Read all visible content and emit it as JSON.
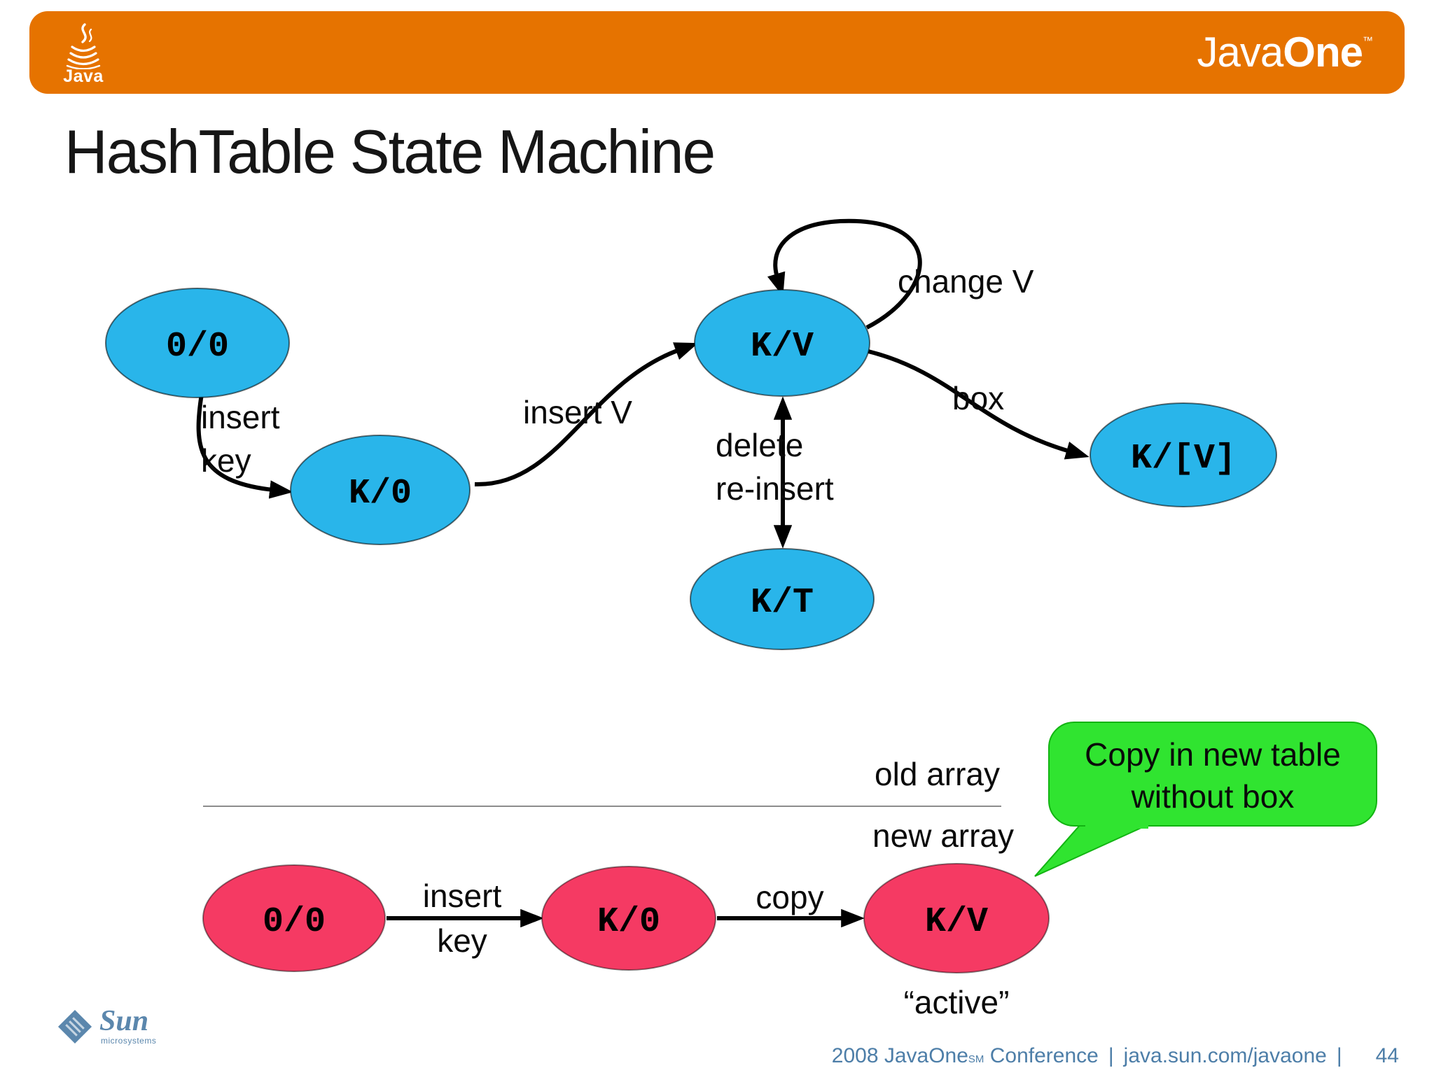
{
  "slide": {
    "title": "HashTable State Machine"
  },
  "header": {
    "java_logo_text": "Java",
    "javaone_java": "Java",
    "javaone_one": "One",
    "javaone_tm": "™"
  },
  "state_machine": {
    "states": {
      "empty": "0/0",
      "key_no_value": "K/0",
      "key_value": "K/V",
      "key_boxed_value": "K/[V]",
      "key_tombstone": "K/T"
    },
    "edges": {
      "insert_key_line1": "insert",
      "insert_key_line2": "key",
      "insert_v": "insert V",
      "change_v": "change V",
      "delete_line1": "delete",
      "delete_line2": "re-insert",
      "box": "box"
    }
  },
  "resize_diagram": {
    "old_array_label": "old array",
    "new_array_label": "new array",
    "states": {
      "empty": "0/0",
      "key_no_value": "K/0",
      "key_value": "K/V"
    },
    "edges": {
      "insert_key_line1": "insert",
      "insert_key_line2": "key",
      "copy": "copy"
    },
    "active_label": "“active”",
    "callout_line1": "Copy in new table",
    "callout_line2": "without box"
  },
  "footer": {
    "sun_logo_name": "Sun",
    "sun_logo_sub": "microsystems",
    "conference_prefix": "2008 JavaOne",
    "conference_sm": "SM",
    "conference_suffix": " Conference",
    "separator": "|",
    "url": "java.sun.com/javaone",
    "page": "44"
  },
  "colors": {
    "header_orange": "#e67300",
    "state_blue": "#29b5ea",
    "state_pink": "#f53a63",
    "callout_green": "#30e430",
    "footer_blue": "#4d7ea8"
  }
}
